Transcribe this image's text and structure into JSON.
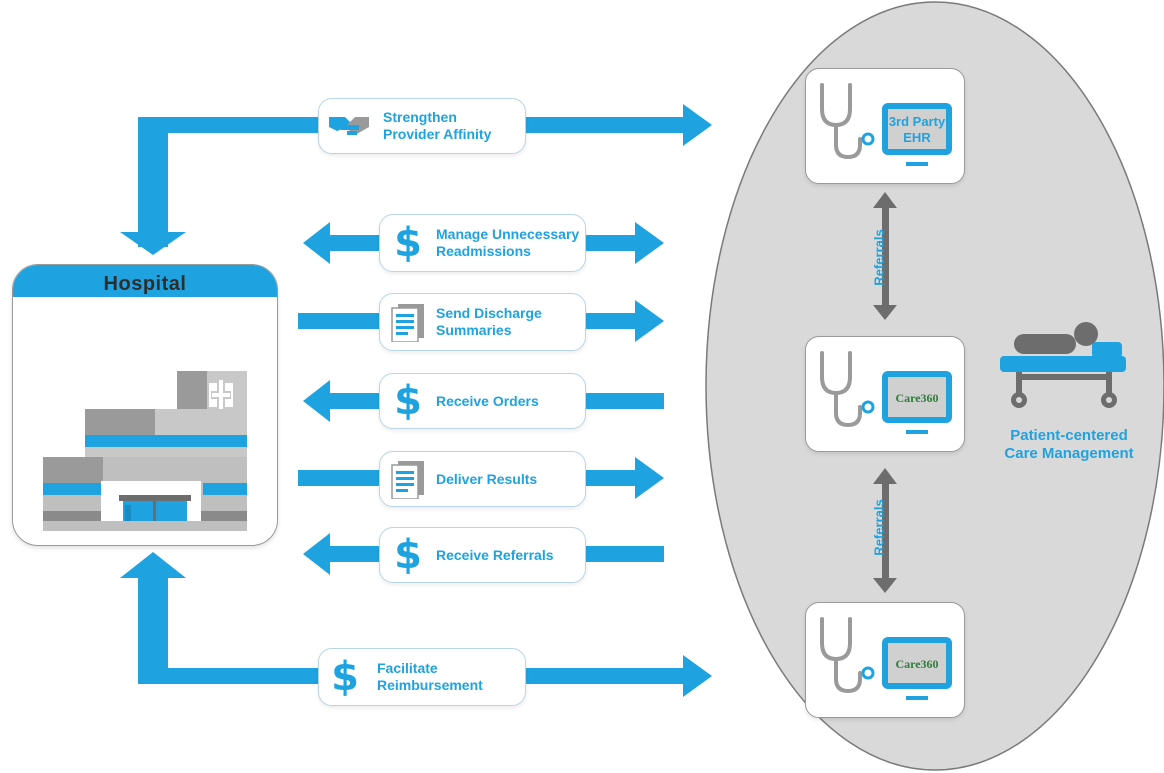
{
  "hospital": {
    "title": "Hospital"
  },
  "flows": [
    {
      "id": "strengthen",
      "label": "Strengthen\nProvider Affinity",
      "icon": "handshake-icon",
      "direction": "to-practices"
    },
    {
      "id": "readmissions",
      "label": "Manage Unnecessary\nReadmissions",
      "icon": "dollar-icon",
      "direction": "both"
    },
    {
      "id": "discharge",
      "label": "Send Discharge\nSummaries",
      "icon": "document-icon",
      "direction": "to-practices"
    },
    {
      "id": "orders",
      "label": "Receive Orders",
      "icon": "dollar-icon",
      "direction": "to-hospital"
    },
    {
      "id": "results",
      "label": "Deliver Results",
      "icon": "document-icon",
      "direction": "to-practices"
    },
    {
      "id": "referrals",
      "label": "Receive Referrals",
      "icon": "dollar-icon",
      "direction": "to-hospital"
    },
    {
      "id": "reimbursement",
      "label": "Facilitate\nReimbursement",
      "icon": "dollar-icon",
      "direction": "to-practices"
    }
  ],
  "practices": [
    {
      "id": "top",
      "screen_line1": "3rd Party",
      "screen_line2": "EHR"
    },
    {
      "id": "middle",
      "screen_logo": "Care360"
    },
    {
      "id": "bottom",
      "screen_logo": "Care360"
    }
  ],
  "links": [
    {
      "label": "Referrals"
    },
    {
      "label": "Referrals"
    }
  ],
  "patient_care": {
    "label": "Patient-centered\nCare Management",
    "icon": "patient-bed-icon"
  },
  "symbols": {
    "dollar": "$"
  },
  "colors": {
    "accent": "#1ea3e0",
    "ellipse_fill": "#d9d9d9",
    "ellipse_stroke": "#7a7a7a",
    "gray_arrow": "#6d6d6d",
    "logo_green": "#2f7d3a"
  }
}
